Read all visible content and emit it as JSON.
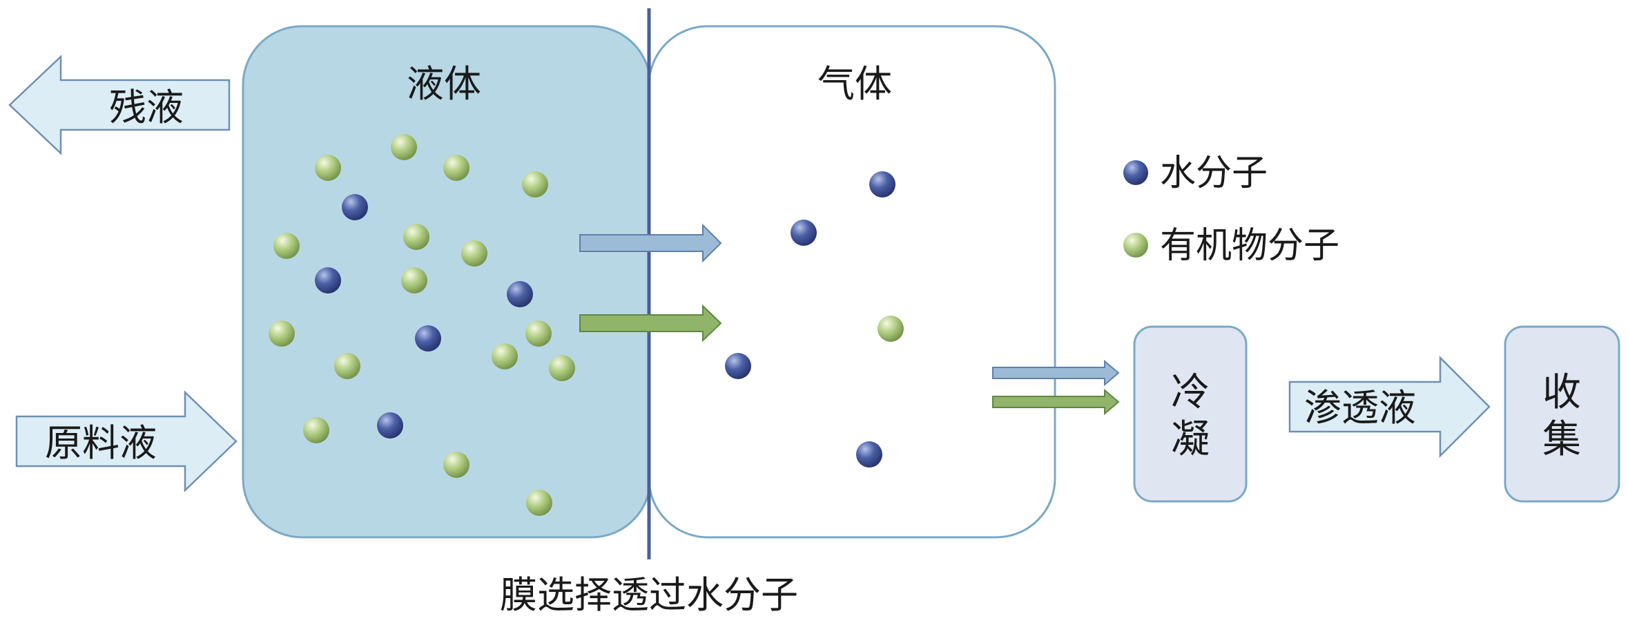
{
  "labels": {
    "liquid": "液体",
    "gas": "气体",
    "residue": "残液",
    "feed": "原料液",
    "condense": [
      "冷",
      "凝"
    ],
    "permeate": "渗透液",
    "collect": [
      "收",
      "集"
    ],
    "membrane_caption": "膜选择透过水分子"
  },
  "legend": {
    "water": "水分子",
    "organic": "有机物分子"
  },
  "colors": {
    "liquid_fill": "#b8d7e5",
    "liquid_stroke": "#7aa9c6",
    "membrane": "#4a5f98",
    "water_molecule": "#3e5296",
    "organic_molecule": "#a9c77c",
    "arrow_blue": "#9bbbd7",
    "arrow_green": "#8fb46a",
    "box_fill": "#dfe6f1",
    "box_stroke": "#7aa9c6",
    "io_arrow_fill": "#dcedf5"
  }
}
